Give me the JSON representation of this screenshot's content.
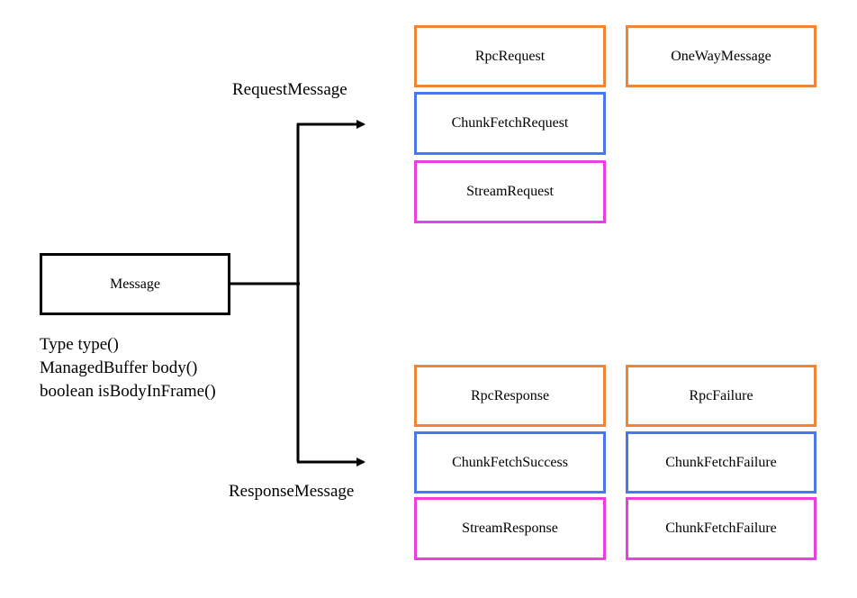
{
  "root": {
    "name": "Message",
    "methods": [
      "Type type()",
      "ManagedBuffer body()",
      "boolean isBodyInFrame()"
    ]
  },
  "branches": {
    "request": {
      "label": "RequestMessage",
      "types": [
        "RpcRequest",
        "OneWayMessage",
        "ChunkFetchRequest",
        "StreamRequest"
      ]
    },
    "response": {
      "label": "ResponseMessage",
      "types": [
        "RpcResponse",
        "RpcFailure",
        "ChunkFetchSuccess",
        "ChunkFetchFailure",
        "StreamResponse",
        "ChunkFetchFailure"
      ]
    }
  },
  "colors": {
    "rpc": "#ef8535",
    "chunk_fetch": "#4a76ee",
    "stream": "#ec3fe0"
  }
}
